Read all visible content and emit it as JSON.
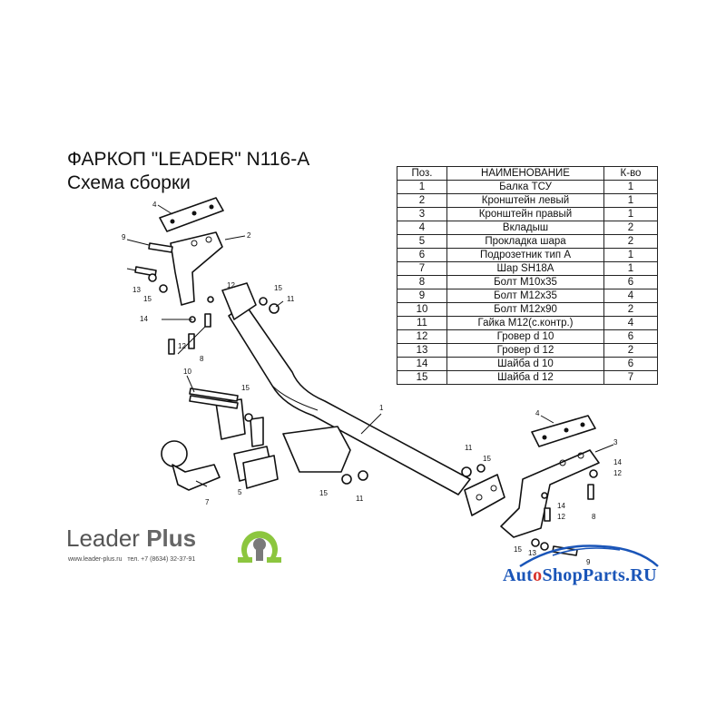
{
  "title": "ФАРКОП \"LEADER\" N116-A",
  "subtitle": "Схема сборки",
  "parts_table": {
    "headers": [
      "Поз.",
      "НАИМЕНОВАНИЕ",
      "К-во"
    ],
    "rows": [
      {
        "pos": "1",
        "name": "Балка ТСУ",
        "qty": "1"
      },
      {
        "pos": "2",
        "name": "Кронштейн левый",
        "qty": "1"
      },
      {
        "pos": "3",
        "name": "Кронштейн правый",
        "qty": "1"
      },
      {
        "pos": "4",
        "name": "Вкладыш",
        "qty": "2"
      },
      {
        "pos": "5",
        "name": "Прокладка шара",
        "qty": "2"
      },
      {
        "pos": "6",
        "name": "Подрозетник тип А",
        "qty": "1"
      },
      {
        "pos": "7",
        "name": "Шар SH18A",
        "qty": "1"
      },
      {
        "pos": "8",
        "name": "Болт М10х35",
        "qty": "6"
      },
      {
        "pos": "9",
        "name": "Болт М12х35",
        "qty": "4"
      },
      {
        "pos": "10",
        "name": "Болт М12х90",
        "qty": "2"
      },
      {
        "pos": "11",
        "name": "Гайка М12(с.контр.)",
        "qty": "4"
      },
      {
        "pos": "12",
        "name": "Гровер d 10",
        "qty": "6"
      },
      {
        "pos": "13",
        "name": "Гровер d 12",
        "qty": "2"
      },
      {
        "pos": "14",
        "name": "Шайба d 10",
        "qty": "6"
      },
      {
        "pos": "15",
        "name": "Шайба d 12",
        "qty": "7"
      }
    ]
  },
  "callouts": {
    "c1": "1",
    "c2": "2",
    "c3": "3",
    "c4a": "4",
    "c4b": "4",
    "c5": "5",
    "c7": "7",
    "c8a": "8",
    "c8b": "8",
    "c9a": "9",
    "c9b": "9",
    "c10": "10",
    "c11a": "11",
    "c11b": "11",
    "c11c": "11",
    "c12a": "12",
    "c12b": "12",
    "c12c": "12",
    "c12d": "12",
    "c13a": "13",
    "c13b": "13",
    "c14a": "14",
    "c14b": "14",
    "c14c": "14",
    "c15a": "15",
    "c15b": "15",
    "c15c": "15",
    "c15d": "15",
    "c15e": "15",
    "c15f": "15"
  },
  "brand": {
    "name_light": "Leader",
    "name_bold": "Plus",
    "site": "www.leader-plus.ru",
    "phone": "тел. +7 (8634) 32-37-91"
  },
  "watermark": {
    "prefix": "Aut",
    "highlight": "o",
    "suffix": "ShopParts.RU"
  },
  "colors": {
    "brand_text": "#555555",
    "logo_green": "#8cc63f",
    "logo_grey": "#7a7a7a",
    "watermark_blue": "#1a55b8",
    "watermark_red": "#d8322b"
  }
}
